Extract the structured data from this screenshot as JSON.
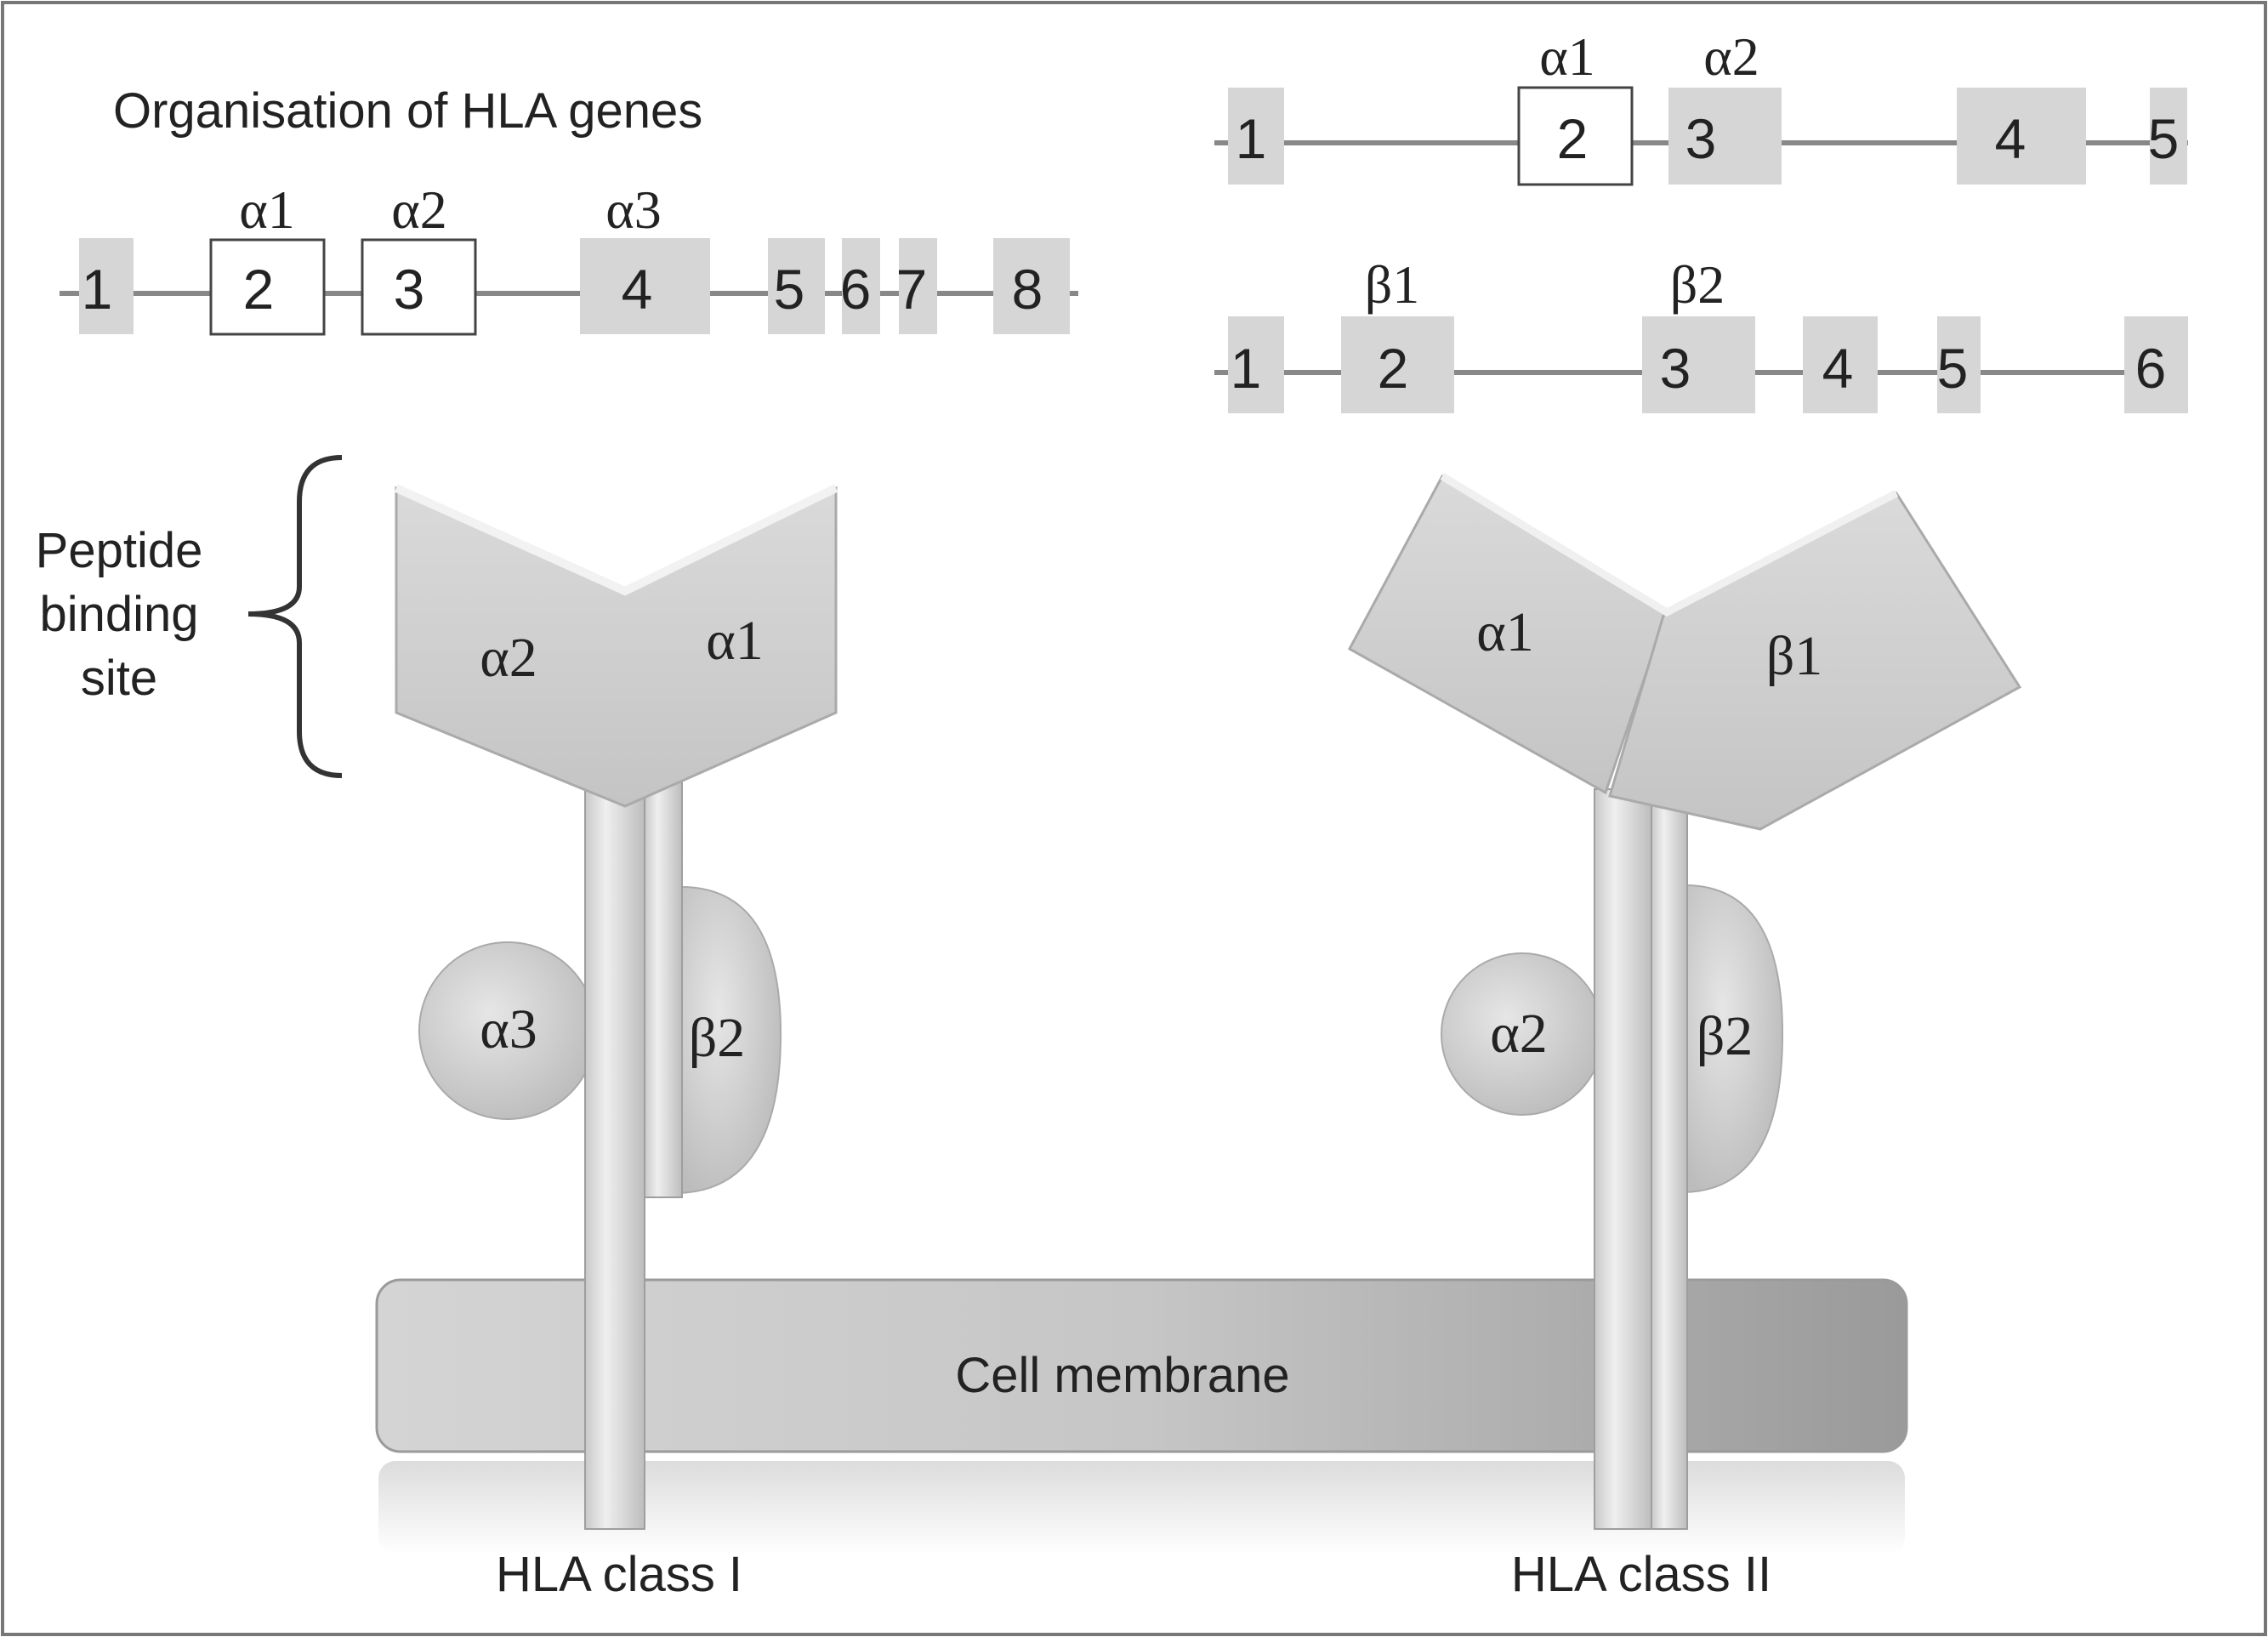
{
  "title": "Organisation of HLA genes",
  "class_i_gene": {
    "exon_numbers": [
      "1",
      "2",
      "3",
      "4",
      "5",
      "6",
      "7",
      "8"
    ],
    "domain_labels": [
      "α1",
      "α2",
      "α3"
    ]
  },
  "class_ii_alpha_gene": {
    "exon_numbers": [
      "1",
      "2",
      "3",
      "4",
      "5"
    ],
    "domain_labels": [
      "α1",
      "α2"
    ]
  },
  "class_ii_beta_gene": {
    "exon_numbers": [
      "1",
      "2",
      "3",
      "4",
      "5",
      "6"
    ],
    "domain_labels": [
      "β1",
      "β2"
    ]
  },
  "peptide_binding_site": {
    "lines": [
      "Peptide",
      "binding",
      "site"
    ]
  },
  "class_i_molecule": {
    "domains": [
      "α2",
      "α1",
      "α3",
      "β2"
    ],
    "caption": "HLA class I"
  },
  "class_ii_molecule": {
    "domains": [
      "α1",
      "β1",
      "α2",
      "β2"
    ],
    "caption": "HLA class II"
  },
  "membrane_label": "Cell membrane",
  "colors": {
    "exon_fill": "#d6d6d6",
    "gene_line": "#888888",
    "domain_fill": "#d2d2d2",
    "membrane_fill": "#b8b8b8",
    "frame": "#777777"
  }
}
